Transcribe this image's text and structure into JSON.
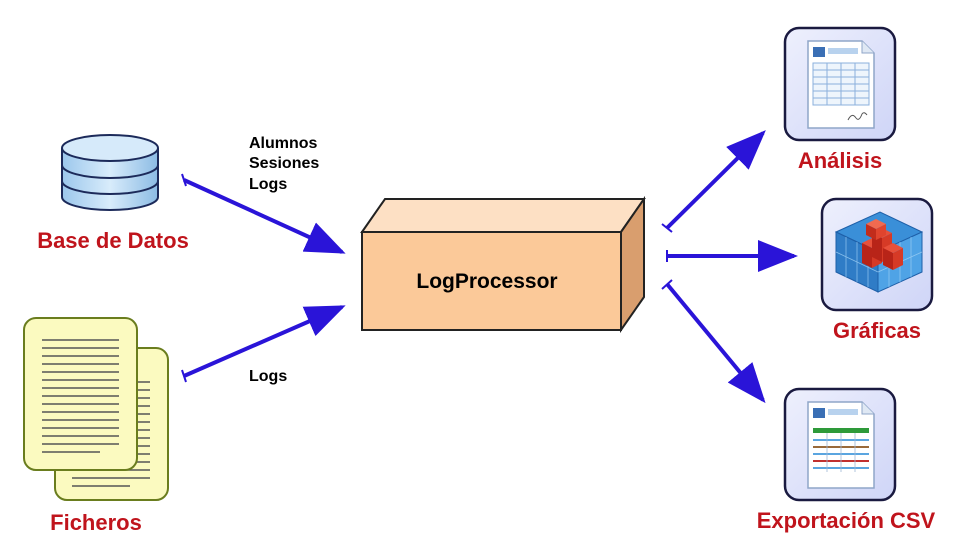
{
  "colors": {
    "arrow": "#2a14d8",
    "label_red": "#c0141c",
    "box_front": "#fbc999",
    "box_side": "#d99e6e",
    "icon_frame": "#dfe3fb",
    "icon_border": "#1a1a40",
    "db_fill": "#b8d8f2",
    "file_fill": "#fbfac0",
    "file_border": "#6a7d1e"
  },
  "nodes": {
    "database": {
      "label": "Base de Datos",
      "icon": "database-icon"
    },
    "files": {
      "label": "Ficheros",
      "icon": "documents-icon"
    },
    "processor": {
      "label": "LogProcessor"
    },
    "analysis": {
      "label": "Análisis",
      "icon": "report-icon"
    },
    "charts": {
      "label": "Gráficas",
      "icon": "bar-chart-3d-icon"
    },
    "csv": {
      "label": "Exportación CSV",
      "icon": "spreadsheet-icon"
    }
  },
  "edges": {
    "db_to_processor": {
      "lines": [
        "Alumnos",
        "Sesiones",
        "Logs"
      ]
    },
    "files_to_processor": {
      "label": "Logs"
    }
  }
}
